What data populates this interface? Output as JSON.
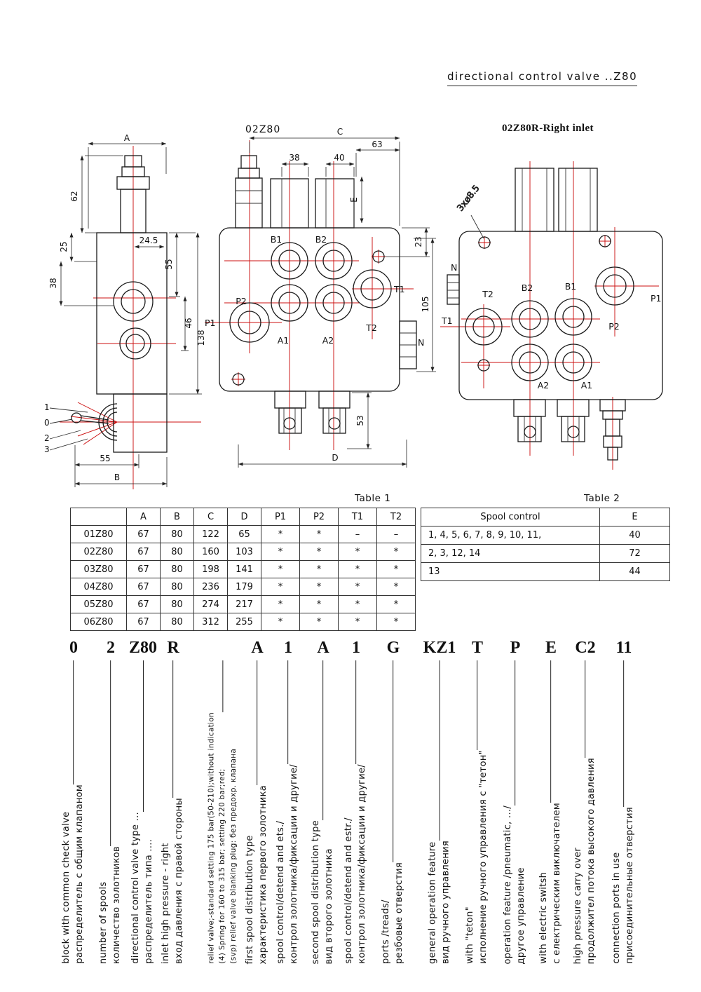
{
  "page": {
    "title": "directional control valve ..Z80"
  },
  "drawings": {
    "front_view": {
      "dim_a": "A",
      "dim_62": "62",
      "dim_25": "25",
      "dim_38": "38",
      "dim_24_5": "24.5",
      "dim_55_right": "55",
      "dim_46": "46",
      "dim_138": "138",
      "dim_55_bottom": "55",
      "dim_b": "B",
      "lever_positions": {
        "p1": "1",
        "p0": "0",
        "p2": "2",
        "p3": "3"
      }
    },
    "top_view": {
      "title": "02Z80",
      "dim_c": "C",
      "dim_63": "63",
      "dim_38": "38",
      "dim_40": "40",
      "dim_e": "E",
      "dim_23": "23",
      "dim_105": "105",
      "dim_53": "53",
      "dim_d": "D",
      "ports": {
        "b1": "B1",
        "b2": "B2",
        "a1": "A1",
        "a2": "A2",
        "p1": "P1",
        "p2": "P2",
        "t1": "T1",
        "t2": "T2",
        "n": "N"
      }
    },
    "right_inlet_view": {
      "title": "02Z80R-Right inlet",
      "hole_note": "3xø8.5",
      "ports": {
        "n": "N",
        "t1": "T1",
        "t2": "T2",
        "b1": "B1",
        "b2": "B2",
        "p1": "P1",
        "p2": "P2",
        "a1": "A1",
        "a2": "A2"
      }
    }
  },
  "table1": {
    "label": "Table 1",
    "headers": [
      "",
      "A",
      "B",
      "C",
      "D",
      "P1",
      "P2",
      "T1",
      "T2"
    ],
    "rows": [
      [
        "01Z80",
        "67",
        "80",
        "122",
        "65",
        "*",
        "*",
        "–",
        "–"
      ],
      [
        "02Z80",
        "67",
        "80",
        "160",
        "103",
        "*",
        "*",
        "*",
        "*"
      ],
      [
        "03Z80",
        "67",
        "80",
        "198",
        "141",
        "*",
        "*",
        "*",
        "*"
      ],
      [
        "04Z80",
        "67",
        "80",
        "236",
        "179",
        "*",
        "*",
        "*",
        "*"
      ],
      [
        "05Z80",
        "67",
        "80",
        "274",
        "217",
        "*",
        "*",
        "*",
        "*"
      ],
      [
        "06Z80",
        "67",
        "80",
        "312",
        "255",
        "*",
        "*",
        "*",
        "*"
      ]
    ]
  },
  "table2": {
    "label": "Table 2",
    "headers": [
      "Spool control",
      "E"
    ],
    "rows": [
      [
        "1, 4, 5, 6, 7, 8, 9, 10, 11,",
        "40"
      ],
      [
        "2, 3, 12, 14",
        "72"
      ],
      [
        "13",
        "44"
      ]
    ]
  },
  "ordering_code": {
    "items": [
      {
        "code": "0",
        "lines": [
          "block with common check valve",
          "распределитель с общим клапаном"
        ]
      },
      {
        "code": "2",
        "lines": [
          "number of spools",
          "количество золотников"
        ]
      },
      {
        "code": "Z80",
        "lines": [
          "directional control valve type ...",
          "распределитель типа ...."
        ]
      },
      {
        "code": "R",
        "lines": [
          "inlet high pressure - right",
          "вход давления с правой стороны"
        ]
      },
      {
        "code": "",
        "lines": [
          "relief valve;-standard setting 175 bar(50-210);without indication",
          "(4) Spring for 160 to 315 bar;  setting 220 bar;red;",
          "(svp) relief valve blanking plug:  без предохр. клапана"
        ]
      },
      {
        "code": "A",
        "lines": [
          "first spool distribution type",
          "характеристика первого золотника"
        ]
      },
      {
        "code": "1",
        "lines": [
          "spool control/detend and ets./",
          "контрол золотника/фиксации и другие/"
        ]
      },
      {
        "code": "A",
        "lines": [
          "second spool distribution type",
          "вид второго золотника"
        ]
      },
      {
        "code": "1",
        "lines": [
          "spool control/detend and estr./",
          "контрол золотника/фиксации и другие/"
        ]
      },
      {
        "code": "G",
        "lines": [
          "ports /treads/",
          "резбовые отверстия"
        ]
      },
      {
        "code": "KZ1",
        "lines": [
          "general operation feature",
          "вид ручного управления"
        ]
      },
      {
        "code": "T",
        "lines": [
          "with \"teton\"",
          "исполнение ручного управления с \"тетон\""
        ]
      },
      {
        "code": "P",
        "lines": [
          "operation feature /pneumatic, .../",
          "другое управление"
        ]
      },
      {
        "code": "E",
        "lines": [
          "with electric switsh",
          "с електрическим виключателем"
        ]
      },
      {
        "code": "C2",
        "lines": [
          "high pressure carry over",
          "продолжител потока высокого давления"
        ]
      },
      {
        "code": "11",
        "lines": [
          "connection ports in use",
          "присоединительные отверстия"
        ]
      }
    ]
  },
  "colors": {
    "centerline": "#cc1111",
    "drawing_line": "#1a1a1a"
  }
}
